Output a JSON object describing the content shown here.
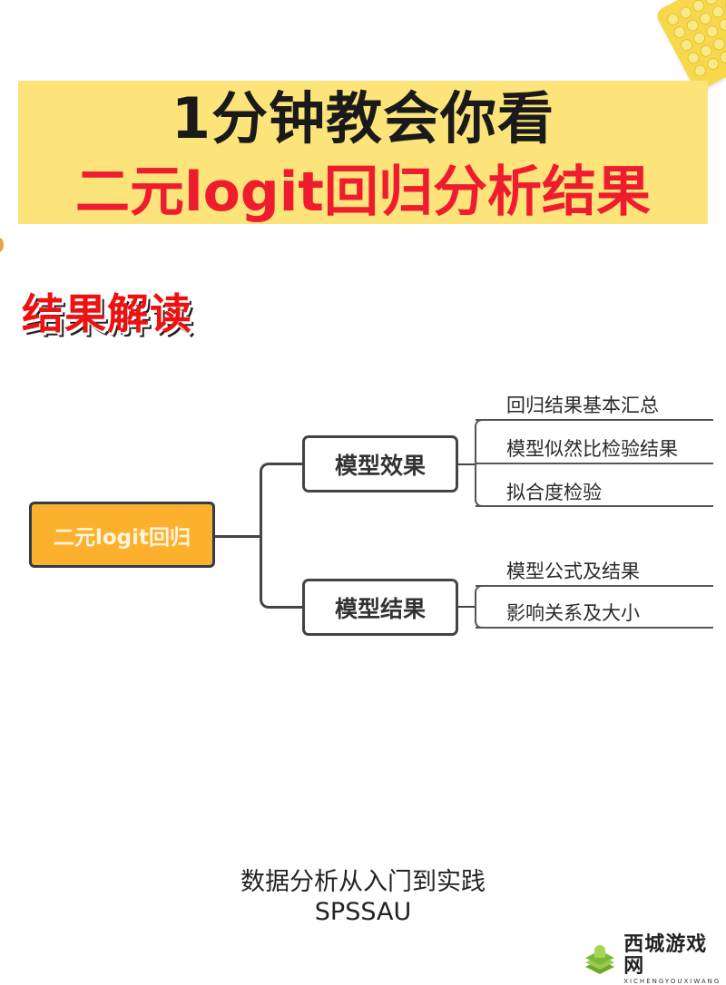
{
  "header": {
    "title_line1": "1分钟教会你看",
    "title_line2": "二元logit回归分析结果",
    "banner_color": "#FCE37A",
    "title_line2_color": "#EE1C2E"
  },
  "section": {
    "heading": "结果解读",
    "heading_color": "#EE1111"
  },
  "mindmap": {
    "root": {
      "label": "二元logit回归",
      "color": "#FBB12E"
    },
    "branches": [
      {
        "label": "模型效果",
        "leaves": [
          "回归结果基本汇总",
          "模型似然比检验结果",
          "拟合度检验"
        ]
      },
      {
        "label": "模型结果",
        "leaves": [
          "模型公式及结果",
          "影响关系及大小"
        ]
      }
    ]
  },
  "footer": {
    "line1": "数据分析从入门到实践",
    "line2": "SPSSAU"
  },
  "watermark": {
    "name": "西城游戏网",
    "pinyin": "XICHENGYOUXIWANG",
    "icon": "layered-leaf-logo-icon"
  },
  "decorations": {
    "top_right": "keyboard-icon"
  }
}
